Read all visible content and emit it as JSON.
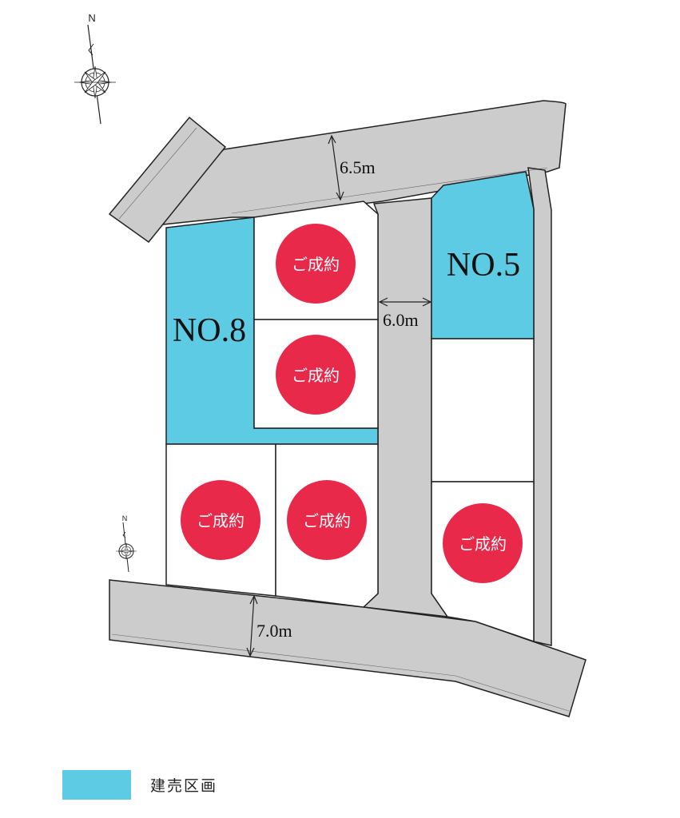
{
  "compass": {
    "north_label": "N"
  },
  "roads": {
    "north": {
      "width_label": "6.5m"
    },
    "center": {
      "width_label": "6.0m"
    },
    "south": {
      "width_label": "7.0m"
    }
  },
  "lots": [
    {
      "id": "no8",
      "label": "NO.8",
      "status": "for-sale"
    },
    {
      "id": "no5",
      "label": "NO.5",
      "status": "for-sale"
    },
    {
      "id": "sold1",
      "label": "ご成約",
      "status": "sold"
    },
    {
      "id": "sold2",
      "label": "ご成約",
      "status": "sold"
    },
    {
      "id": "sold3",
      "label": "ご成約",
      "status": "sold"
    },
    {
      "id": "sold4",
      "label": "ご成約",
      "status": "sold"
    },
    {
      "id": "sold5",
      "label": "ご成約",
      "status": "sold"
    }
  ],
  "legend": {
    "label": "建売区画"
  },
  "colors": {
    "road": "#cccccd",
    "for_sale": "#5ecbe4",
    "sold_badge": "#e8294a",
    "outline": "#222222"
  }
}
